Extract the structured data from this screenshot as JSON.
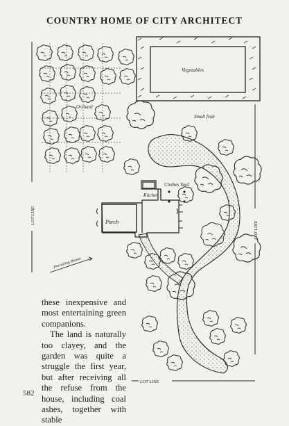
{
  "page": {
    "running_header": "COUNTRY HOME OF CITY ARCHITECT",
    "page_number": "582"
  },
  "plan_labels": {
    "vegetables": "Vegetables",
    "orchard": "Orchard",
    "small_fruit": "Small fruit",
    "clothes_yard": "Clothes Yard",
    "kitchen": "Kitchen",
    "porch": "Porch",
    "lot_line_left": "LOT LINE",
    "lot_line_right": "LOT LINE",
    "lot_line_bottom": "LOT LINE",
    "prevailing_breeze": "Prevailing Breeze"
  },
  "body_text": {
    "paragraph_1": "these inexpensive and most entertaining green companions.",
    "paragraph_2": "The land is naturally too clayey, and the garden was quite a struggle the first year, but after receiving all the refuse from the house, including coal ashes, together with stable"
  }
}
